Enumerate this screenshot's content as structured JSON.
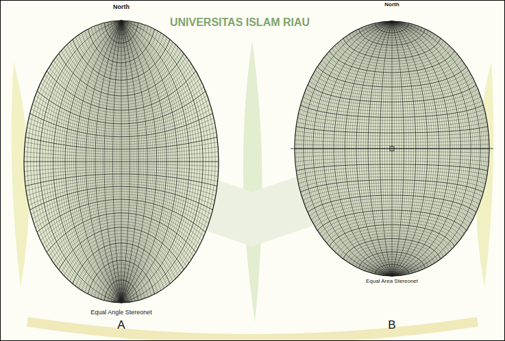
{
  "diagram": {
    "labels": [
      "UNIVERSITAS ISLAM RIAU",
      "North",
      "Equal Angle Stereonet",
      "A",
      "North",
      "Equal Area Stereonet",
      "B"
    ]
  }
}
